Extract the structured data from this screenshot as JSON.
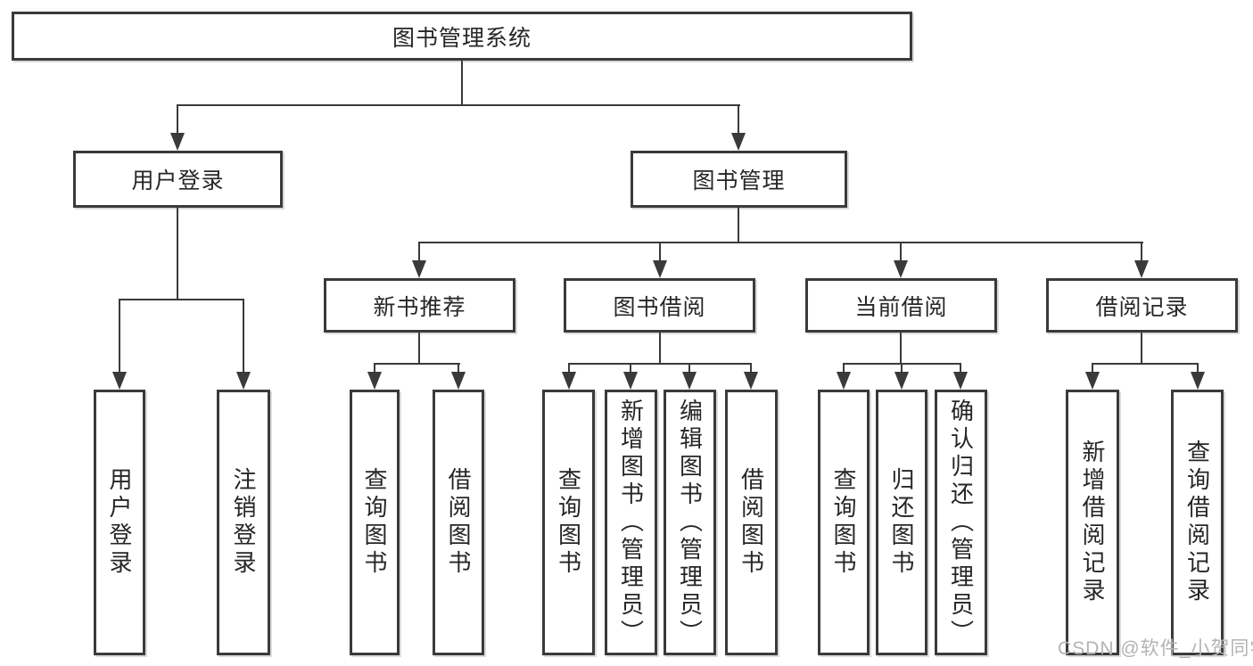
{
  "colors": {
    "line": "#3a3a3a",
    "text": "#262626",
    "watermark": "#b3b3b3",
    "background": "#ffffff"
  },
  "diagram": {
    "root": {
      "label": "图书管理系统"
    },
    "level2": {
      "user_login": {
        "label": "用户登录"
      },
      "book_mgmt": {
        "label": "图书管理"
      }
    },
    "level3": {
      "new_book": {
        "label": "新书推荐"
      },
      "book_borrow": {
        "label": "图书借阅"
      },
      "current_borrow": {
        "label": "当前借阅"
      },
      "borrow_record": {
        "label": "借阅记录"
      }
    },
    "leaves": {
      "user_login": [
        "用户登录",
        "注销登录"
      ],
      "new_book": [
        "查询图书",
        "借阅图书"
      ],
      "book_borrow": [
        "查询图书",
        "新增图书（管理员）",
        "编辑图书（管理员）",
        "借阅图书"
      ],
      "current_borrow": [
        "查询图书",
        "归还图书",
        "确认归还（管理员）"
      ],
      "borrow_record": [
        "新增借阅记录",
        "查询借阅记录"
      ]
    }
  },
  "watermark": {
    "text": "CSDN @软件_小贺同学"
  }
}
